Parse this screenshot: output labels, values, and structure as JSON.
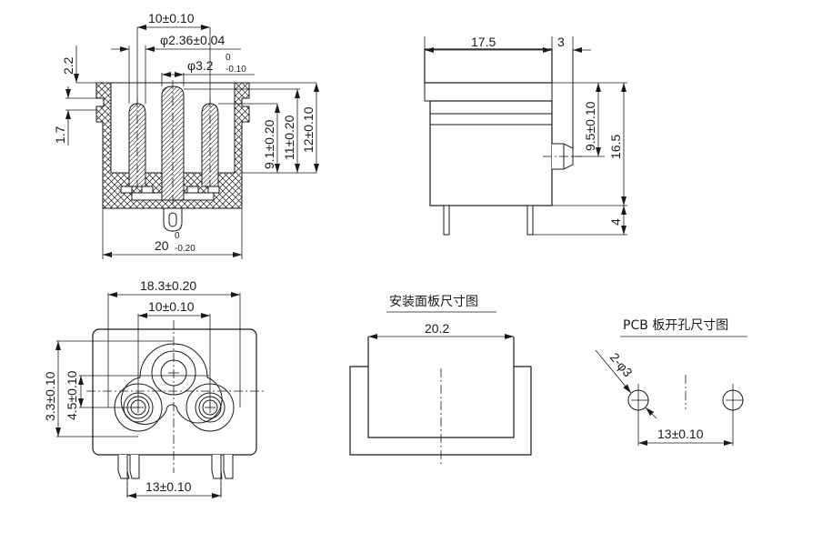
{
  "drawing": {
    "title": "Power socket technical drawing",
    "line_color": "#1a1a1a",
    "background": "#ffffff"
  },
  "front_section_view": {
    "dim_pin_pitch": "10±0.10",
    "dim_pin_dia": "φ2.36±0.04",
    "dim_center_pin_dia_main": "φ3.2",
    "dim_center_pin_dia_upper": "0",
    "dim_center_pin_dia_lower": "-0.10",
    "dim_top_offset": "2.2",
    "dim_slot_height": "1.7",
    "dim_height_a": "9.1±0.20",
    "dim_height_b": "11±0.20",
    "dim_height_c": "12±0.10",
    "dim_width_main": "20",
    "dim_width_upper": "0",
    "dim_width_lower": "-0.20"
  },
  "side_view": {
    "dim_depth": "17.5",
    "dim_flange": "3",
    "dim_pin_height": "9.5±0.10",
    "dim_body_height": "16.5",
    "dim_leg_length": "4"
  },
  "face_view": {
    "dim_outer_width": "18.3±0.20",
    "dim_pin_pitch": "10±0.10",
    "dim_vertical_a": "3.3±0.10",
    "dim_vertical_b": "4.5±0.10",
    "dim_leg_pitch": "13±0.10"
  },
  "panel_cutout": {
    "title": "安装面板尺寸图",
    "dim_width": "20.2"
  },
  "pcb_layout": {
    "title": "PCB 板开孔尺寸图",
    "dim_hole": "2-φ3",
    "dim_pitch": "13±0.10"
  }
}
